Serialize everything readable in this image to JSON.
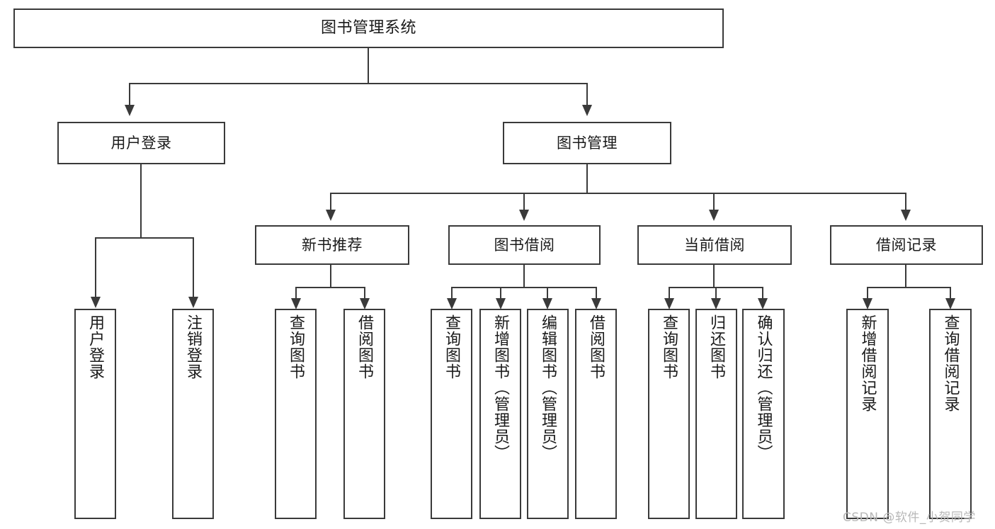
{
  "diagram": {
    "type": "tree-hierarchy",
    "title": "图书管理系统",
    "root": {
      "id": "root",
      "label": "图书管理系统"
    },
    "level1": [
      {
        "id": "user-login",
        "label": "用户登录"
      },
      {
        "id": "book-management",
        "label": "图书管理"
      }
    ],
    "level2": [
      {
        "id": "new-book-recommend",
        "label": "新书推荐",
        "parent": "book-management"
      },
      {
        "id": "book-borrow",
        "label": "图书借阅",
        "parent": "book-management"
      },
      {
        "id": "current-borrow",
        "label": "当前借阅",
        "parent": "book-management"
      },
      {
        "id": "borrow-record",
        "label": "借阅记录",
        "parent": "book-management"
      }
    ],
    "leaves": {
      "user_login": [
        {
          "id": "leaf-user-login",
          "label": "用户登录"
        },
        {
          "id": "leaf-logout-login",
          "label": "注销登录"
        }
      ],
      "new_book_recommend": [
        {
          "id": "leaf-query-book-1",
          "label": "查询图书"
        },
        {
          "id": "leaf-borrow-book-1",
          "label": "借阅图书"
        }
      ],
      "book_borrow": [
        {
          "id": "leaf-query-book-2",
          "label": "查询图书"
        },
        {
          "id": "leaf-add-book",
          "label": "新增图书（管理员）"
        },
        {
          "id": "leaf-edit-book",
          "label": "编辑图书（管理员）"
        },
        {
          "id": "leaf-borrow-book-2",
          "label": "借阅图书"
        }
      ],
      "current_borrow": [
        {
          "id": "leaf-query-book-3",
          "label": "查询图书"
        },
        {
          "id": "leaf-return-book",
          "label": "归还图书"
        },
        {
          "id": "leaf-confirm-return",
          "label": "确认归还（管理员）"
        }
      ],
      "borrow_record": [
        {
          "id": "leaf-add-borrow-record",
          "label": "新增借阅记录"
        },
        {
          "id": "leaf-query-borrow-record",
          "label": "查询借阅记录"
        }
      ]
    },
    "colors": {
      "stroke": "#3a3a3a",
      "text": "#1a1a1a",
      "background": "#ffffff",
      "watermark": "#b8b8b8"
    }
  },
  "watermark": {
    "text": "CSDN @软件_小贺同学"
  }
}
